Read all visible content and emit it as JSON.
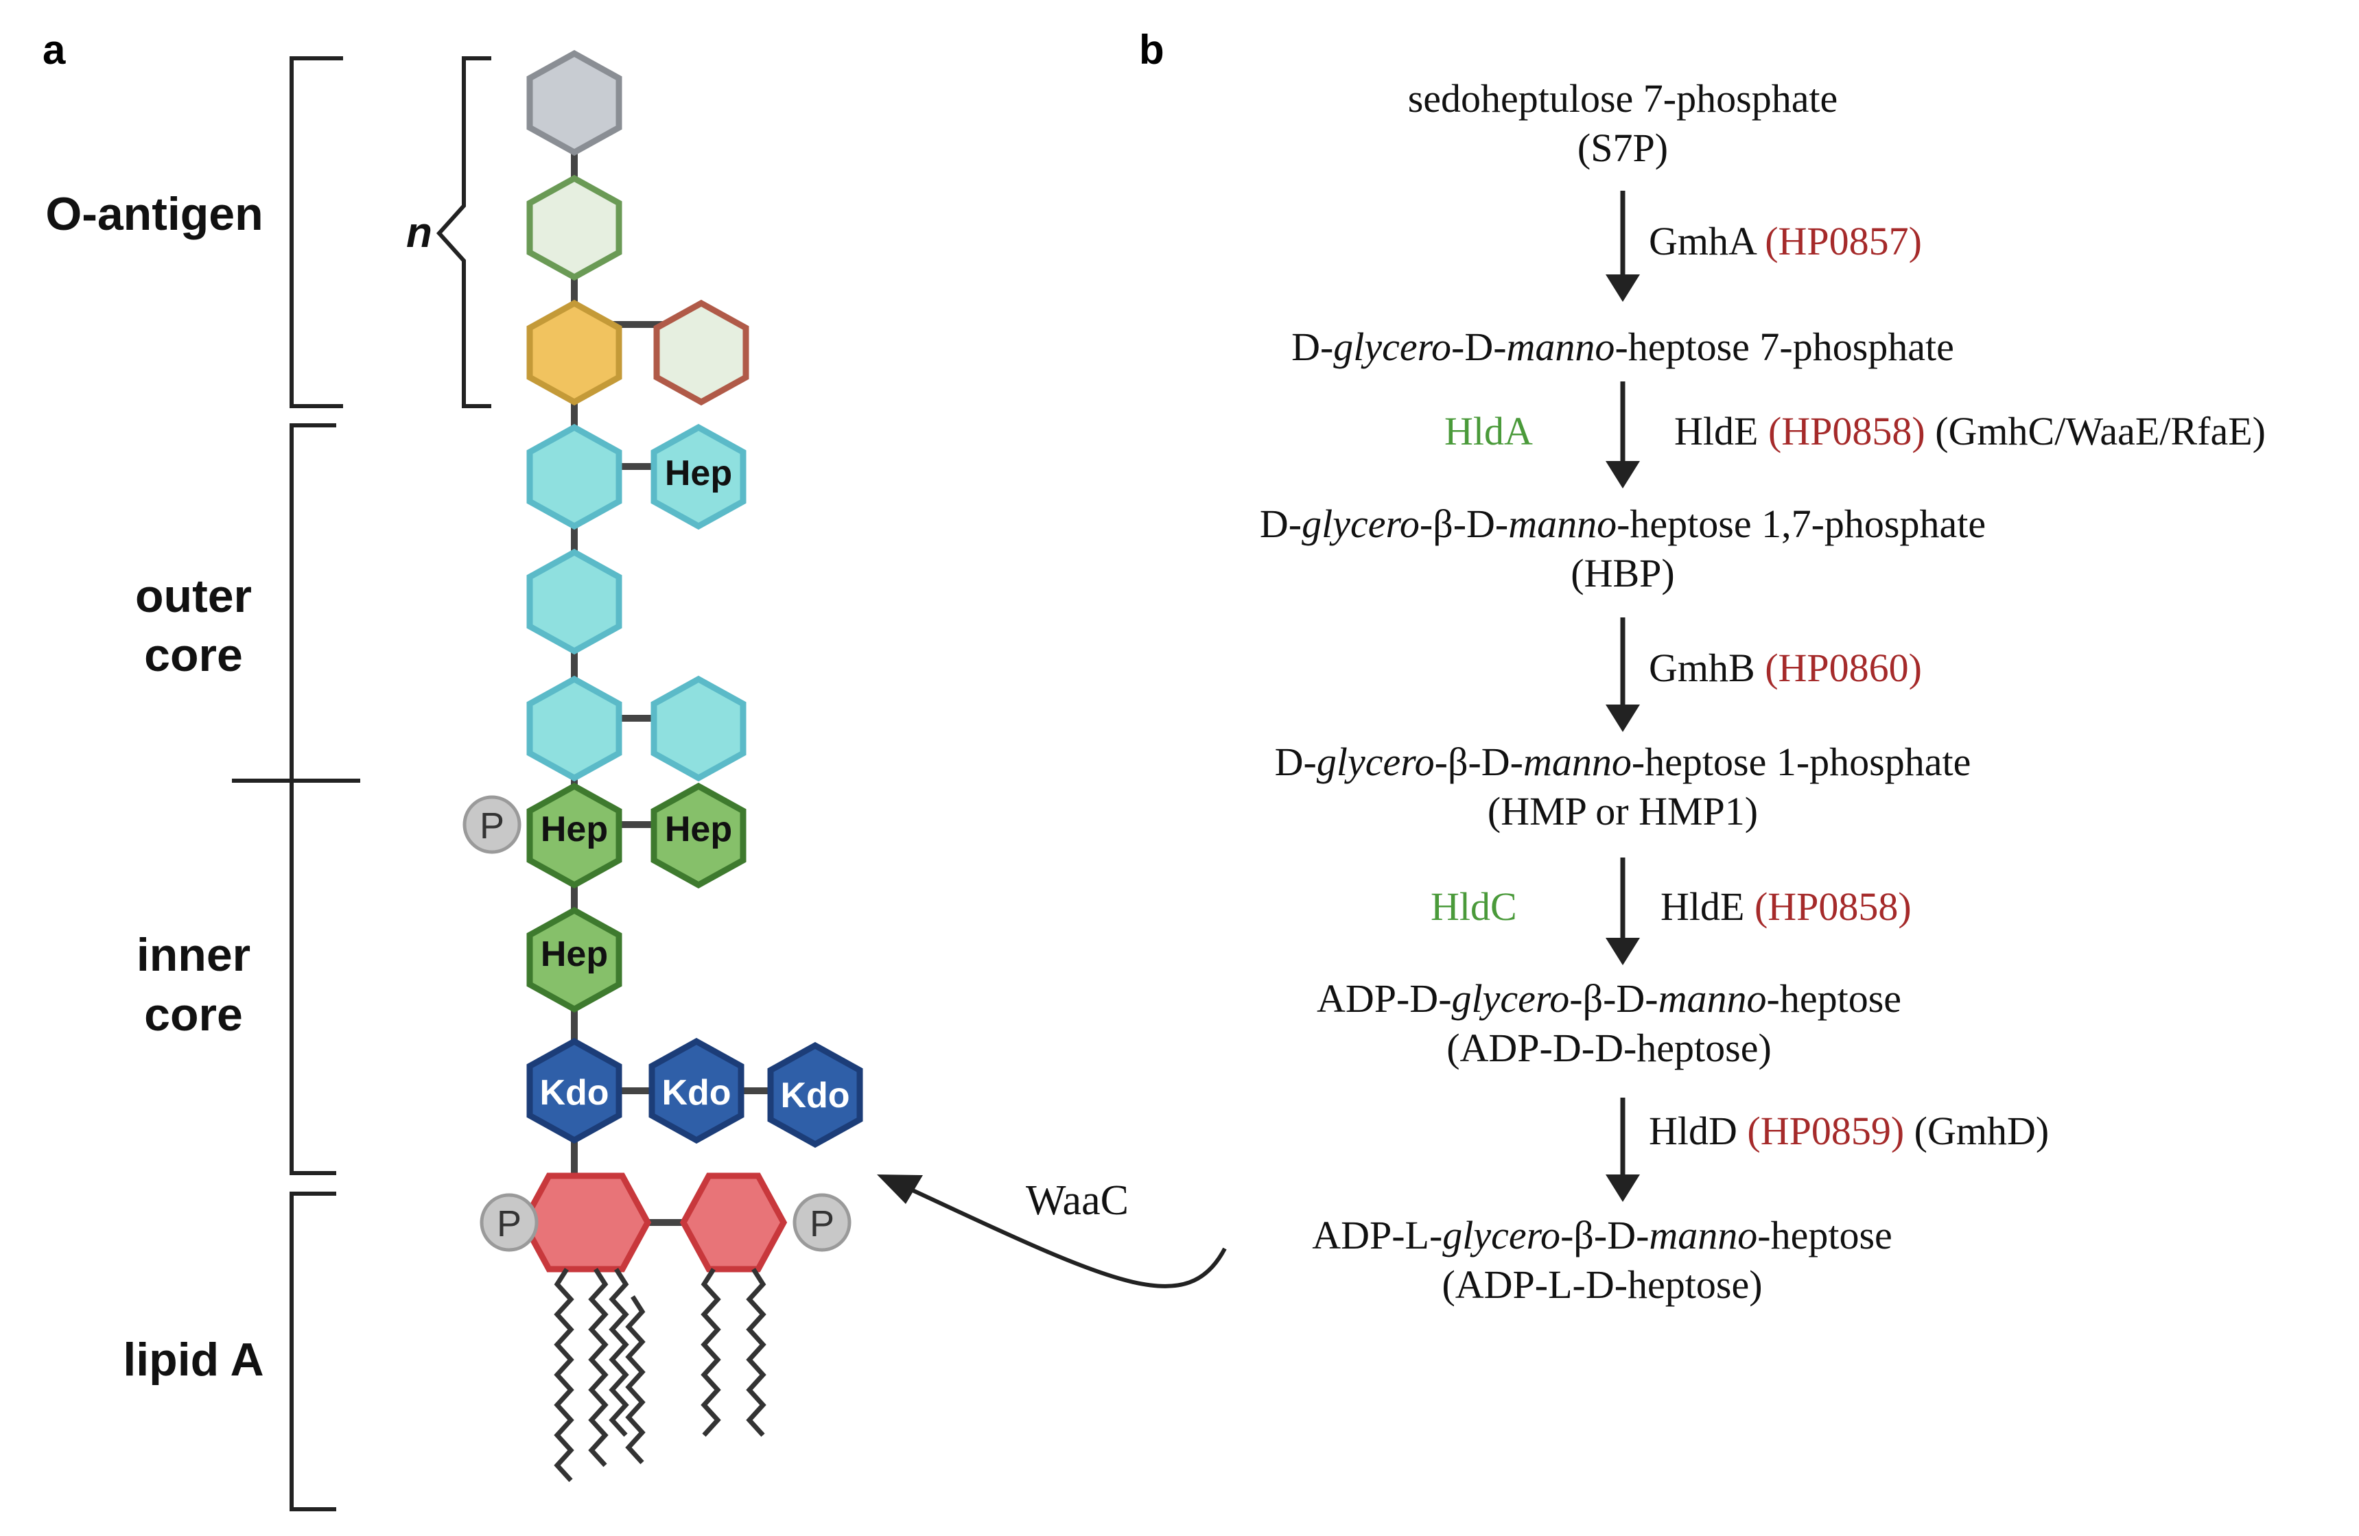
{
  "panel_a": {
    "label": "a",
    "regions": {
      "o_antigen": "O-antigen",
      "outer_core_1": "outer",
      "outer_core_2": "core",
      "inner_core_1": "inner",
      "inner_core_2": "core",
      "lipid_a": "lipid A"
    },
    "repeat_symbol": "n",
    "sugars": {
      "hep": "Hep",
      "kdo": "Kdo",
      "phosphate": "P"
    },
    "colors": {
      "o_antigen_top": "#c8ccd2",
      "o_antigen_green": "#e6efe0",
      "o_antigen_orange": "#f1c35f",
      "o_antigen_red": "#e6efe0",
      "outer_core": "#8fe0df",
      "inner_core_hep": "#86c06a",
      "kdo": "#2f5fa8",
      "lipid_a": "#e87478",
      "phosphate": "#c8c8c8"
    }
  },
  "panel_b": {
    "label": "b",
    "enzyme_color_locus": "#a52a2a",
    "enzyme_color_alt": "#4a9a3a",
    "steps": [
      {
        "compound_html": "sedoheptulose 7-phosphate",
        "abbrev": "(S7P)"
      },
      {
        "compound_html": "D-<i>glycero</i>-D-<i>manno</i>-heptose 7-phosphate",
        "abbrev": ""
      },
      {
        "compound_html": "D-<i>glycero</i>-β-D-<i>manno</i>-heptose 1,7-phosphate",
        "abbrev": "(HBP)"
      },
      {
        "compound_html": "D-<i>glycero</i>-β-D-<i>manno</i>-heptose 1-phosphate",
        "abbrev": "(HMP or HMP1)"
      },
      {
        "compound_html": "ADP-D-<i>glycero</i>-β-D-<i>manno</i>-heptose",
        "abbrev": "(ADP-D-D-heptose)"
      },
      {
        "compound_html": "ADP-L-<i>glycero</i>-β-D-<i>manno</i>-heptose",
        "abbrev": "(ADP-L-D-heptose)"
      }
    ],
    "enzymes": [
      {
        "name": "GmhA",
        "locus": "(HP0857)",
        "extra": "",
        "alt": ""
      },
      {
        "name": "HldE",
        "locus": "(HP0858)",
        "extra": "(GmhC/WaaE/RfaE)",
        "alt": "HldA"
      },
      {
        "name": "GmhB",
        "locus": "(HP0860)",
        "extra": "",
        "alt": ""
      },
      {
        "name": "HldE",
        "locus": "(HP0858)",
        "extra": "",
        "alt": "HldC"
      },
      {
        "name": "HldD",
        "locus": "(HP0859)",
        "extra": "(GmhD)",
        "alt": ""
      }
    ],
    "transfer_enzyme": "WaaC"
  }
}
